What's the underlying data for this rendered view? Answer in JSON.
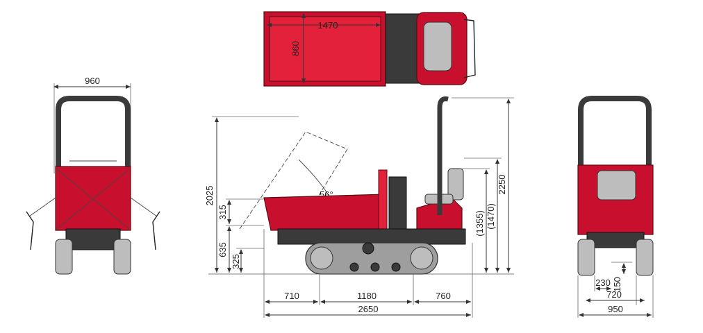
{
  "colors": {
    "body_red": "#c8102e",
    "body_red_light": "#e4213a",
    "dark": "#3a3a3a",
    "grey": "#bdbdbd"
  },
  "top_view": {
    "length_label": "1470",
    "width_label": "860"
  },
  "front_view": {
    "width_label": "960"
  },
  "side_view": {
    "dump_height_label": "2025",
    "dump_bed_label": "315",
    "lower_height_label": "635",
    "ground_clearance_label": "325",
    "tip_angle_label": "56°",
    "rear_overhang_label": "710",
    "track_length_label": "1180",
    "front_overhang_label": "760",
    "overall_length_label": "2650",
    "seat_height_label": "(1355)",
    "rail_height_label": "(1470)",
    "overall_height_label": "2250"
  },
  "rear_view": {
    "track_width_label": "230",
    "clearance_label": "150",
    "track_gauge_label": "720",
    "overall_width_label": "950"
  }
}
